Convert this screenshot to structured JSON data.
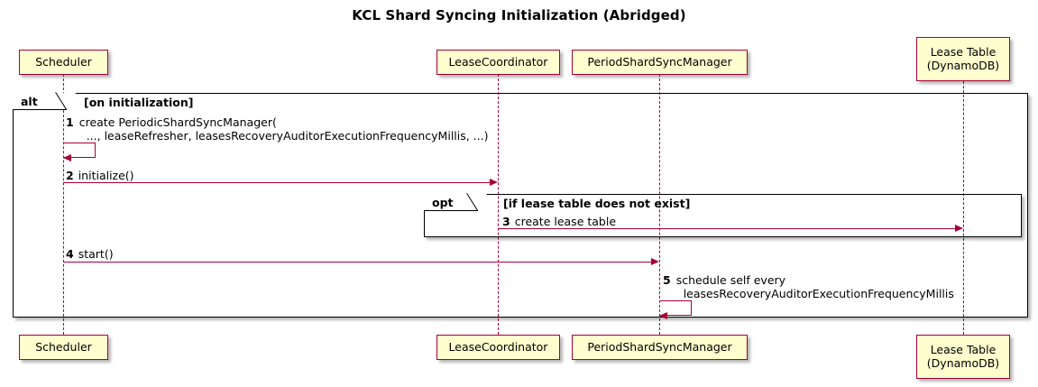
{
  "diagram": {
    "title": "KCL Shard Syncing Initialization (Abridged)",
    "type": "sequence-diagram",
    "colors": {
      "participant_fill": "#FEFECE",
      "participant_border": "#A80036",
      "message_line": "#A80036",
      "frame_border": "#000000",
      "background": "#FFFFFF",
      "text": "#000000"
    }
  },
  "participants": [
    {
      "id": "scheduler",
      "label": "Scheduler"
    },
    {
      "id": "leasecoord",
      "label": "LeaseCoordinator"
    },
    {
      "id": "psm",
      "label": "PeriodShardSyncManager"
    },
    {
      "id": "leasetable",
      "label_line1": "Lease Table",
      "label_line2": "(DynamoDB)"
    }
  ],
  "fragments": [
    {
      "id": "alt-frame",
      "operator": "alt",
      "condition": "[on initialization]"
    },
    {
      "id": "opt-frame",
      "operator": "opt",
      "condition": "[if lease table does not exist]"
    }
  ],
  "messages": [
    {
      "number": "1",
      "from": "scheduler",
      "to": "scheduler",
      "kind": "self",
      "text_line1": "create PeriodicShardSyncManager(",
      "text_line2": "..., leaseRefresher, leasesRecoveryAuditorExecutionFrequencyMillis, ...)"
    },
    {
      "number": "2",
      "from": "scheduler",
      "to": "leasecoord",
      "kind": "sync",
      "text_line1": "initialize()"
    },
    {
      "number": "3",
      "from": "leasecoord",
      "to": "leasetable",
      "kind": "sync",
      "text_line1": "create lease table"
    },
    {
      "number": "4",
      "from": "scheduler",
      "to": "psm",
      "kind": "sync",
      "text_line1": "start()"
    },
    {
      "number": "5",
      "from": "psm",
      "to": "psm",
      "kind": "self",
      "text_line1": "schedule self every",
      "text_line2": "leasesRecoveryAuditorExecutionFrequencyMillis"
    }
  ]
}
